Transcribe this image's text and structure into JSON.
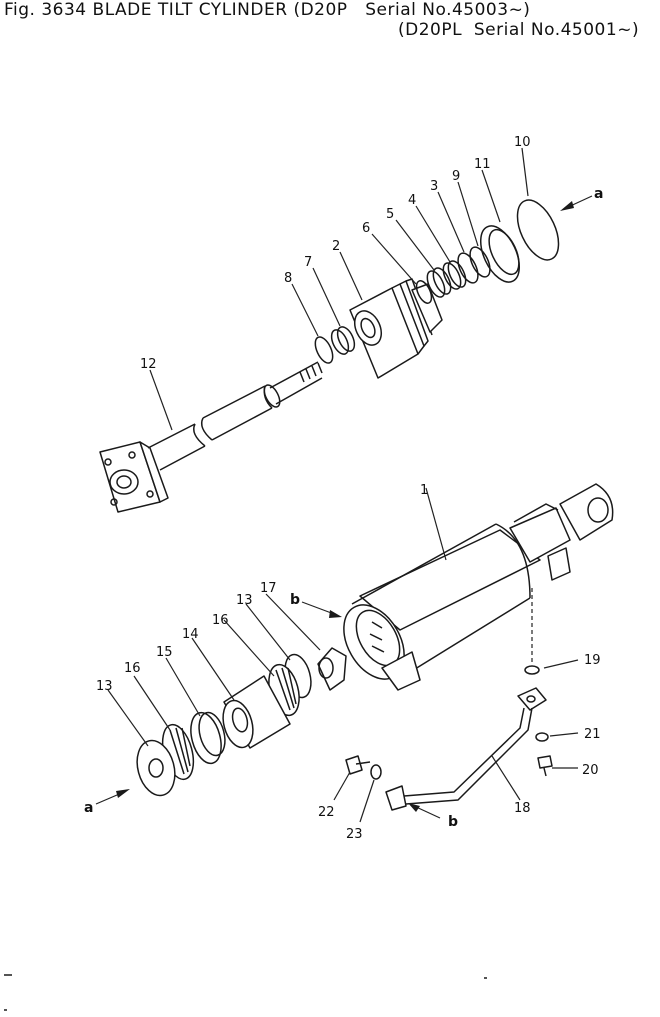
{
  "header": {
    "line1": "Fig. 3634 BLADE TILT CYLINDER (D20P   Serial No.45003~)",
    "line2": "(D20PL  Serial No.45001~)"
  },
  "callouts": {
    "p1": "1",
    "p2": "2",
    "p3": "3",
    "p4": "4",
    "p5": "5",
    "p6": "6",
    "p7": "7",
    "p8": "8",
    "p9": "9",
    "p10": "10",
    "p11": "11",
    "p12": "12",
    "p13a": "13",
    "p13b": "13",
    "p14": "14",
    "p15": "15",
    "p16a": "16",
    "p16b": "16",
    "p17": "17",
    "p18": "18",
    "p19": "19",
    "p20": "20",
    "p21": "21",
    "p22": "22",
    "p23": "23"
  },
  "refs": {
    "a_top": "a",
    "a_bottom": "a",
    "b_top": "b",
    "b_bottom": "b"
  }
}
